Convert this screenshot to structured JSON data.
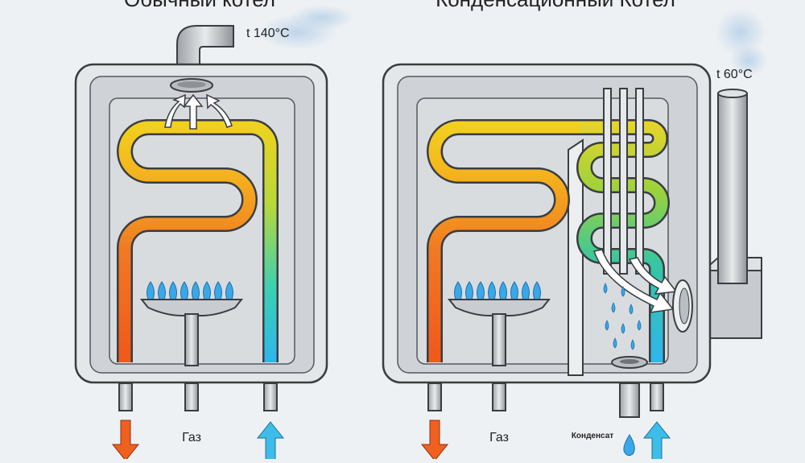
{
  "titles": {
    "left": "Обычный котел",
    "right": "Конденсационный Котел"
  },
  "labels": {
    "temp_left": "t 140°C",
    "temp_right": "t 60°C",
    "gas_left": "Газ",
    "gas_right": "Газ",
    "condensate": "Конденсат"
  },
  "colors": {
    "background": "#eef1f4",
    "casing": "#e4e7ea",
    "outline": "#3a3d42",
    "hot_water": "#f0601e",
    "cold_water": "#3dbde8",
    "flame": "#3aa8e8"
  }
}
